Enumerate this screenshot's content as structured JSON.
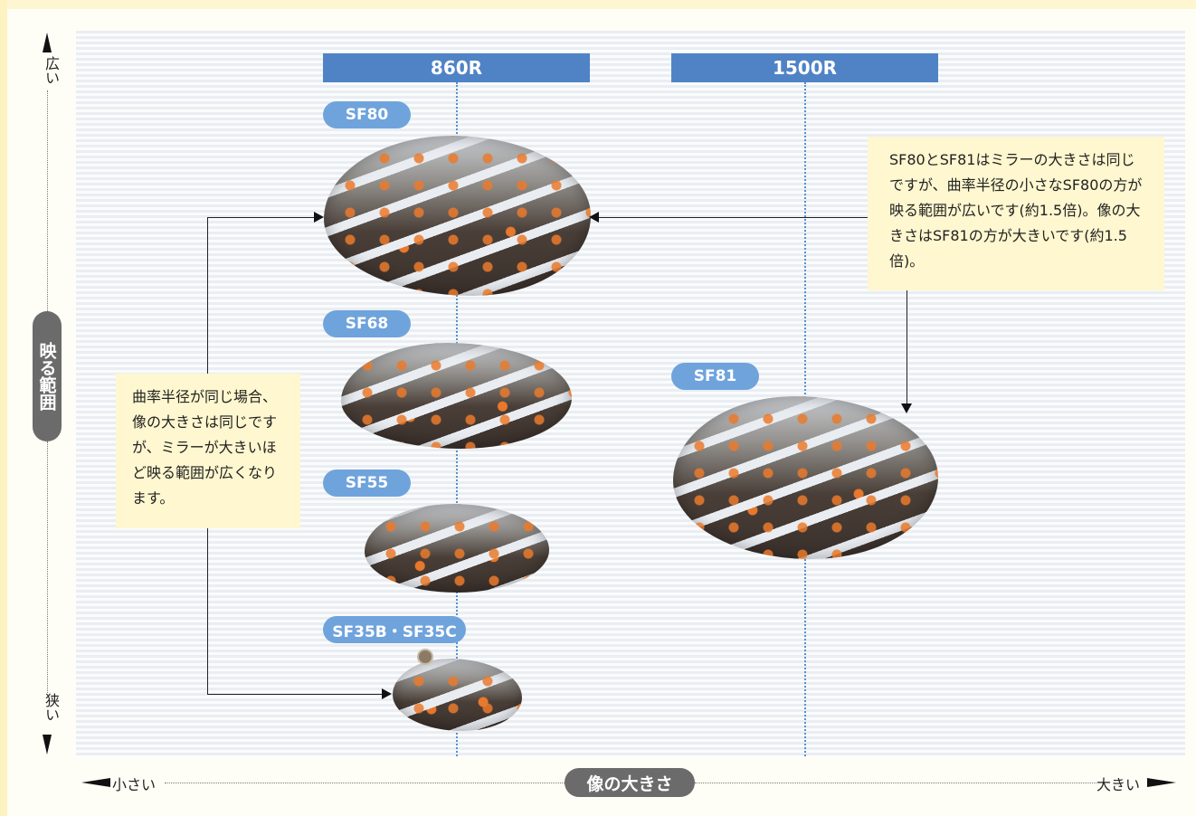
{
  "columns": [
    {
      "label": "860R"
    },
    {
      "label": "1500R"
    }
  ],
  "mirrors": [
    {
      "label": "SF80"
    },
    {
      "label": "SF68"
    },
    {
      "label": "SF55"
    },
    {
      "label": "SF35B・SF35C"
    },
    {
      "label": "SF81"
    }
  ],
  "notes": {
    "left": "曲率半径が同じ場合、像の大きさは同じですが、ミラーが大きいほど映る範囲が広くなります。",
    "right": "SF80とSF81はミラーの大きさは同じですが、曲率半径の小さなSF80の方が映る範囲が広いです(約1.5倍)。像の大きさはSF81の方が大きいです(約1.5倍)。"
  },
  "axes": {
    "vertical": {
      "title": "映る範囲",
      "top_label": "広い",
      "bottom_label": "狭い"
    },
    "horizontal": {
      "title": "像の大きさ",
      "left_label": "小さい",
      "right_label": "大きい"
    }
  },
  "colors": {
    "column_header": "#4f83c6",
    "pill": "#6fa3dc",
    "note_bg": "#fef7cf",
    "axis_badge": "#6b6b6b"
  }
}
